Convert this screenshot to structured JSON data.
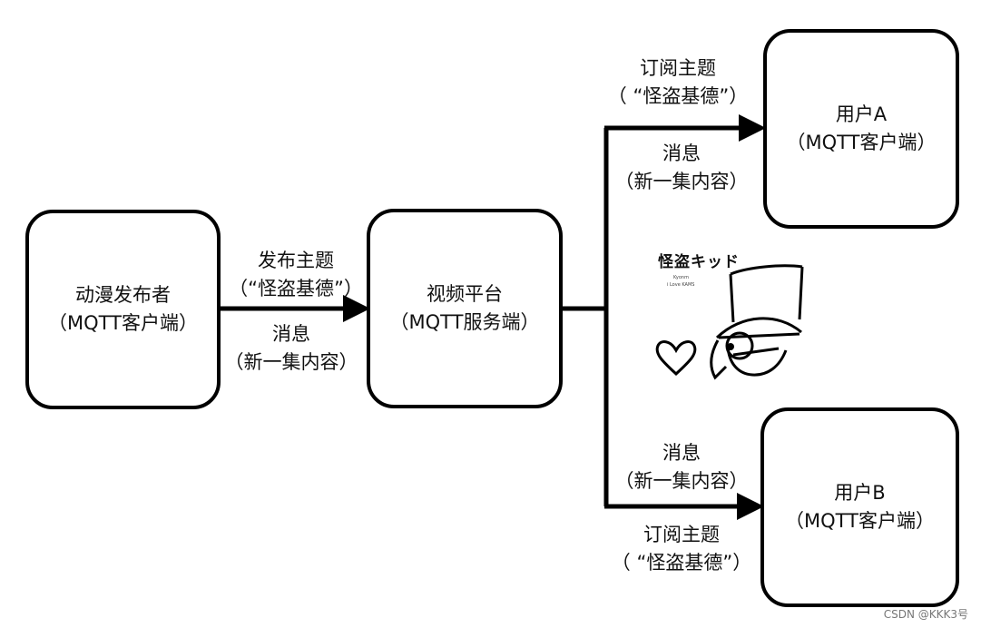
{
  "nodes": {
    "publisher": {
      "title": "动漫发布者",
      "subtitle": "（MQTT客户端）"
    },
    "platform": {
      "title": "视频平台",
      "subtitle": "（MQTT服务端）"
    },
    "user_a": {
      "title": "用户A",
      "subtitle": "（MQTT客户端）"
    },
    "user_b": {
      "title": "用户B",
      "subtitle": "（MQTT客户端）"
    }
  },
  "edges": {
    "publish": {
      "action": "发布主题",
      "topic": "（“怪盗基德”）",
      "message": "消息",
      "content": "（新一集内容）"
    },
    "to_user_a": {
      "action": "订阅主题",
      "topic": "（ “怪盗基德”）",
      "message": "消息",
      "content": "（新一集内容）"
    },
    "to_user_b": {
      "action": "订阅主题",
      "topic": "（ “怪盗基德”）",
      "message": "消息",
      "content": "（新一集内容）"
    }
  },
  "illustration": {
    "title": "怪盗キッド",
    "line1": "Kyonm",
    "line2": "i Love KAMS"
  },
  "watermark": "CSDN @KKK3号",
  "colors": {
    "stroke": "#000000",
    "background": "#ffffff",
    "text": "#111111"
  }
}
